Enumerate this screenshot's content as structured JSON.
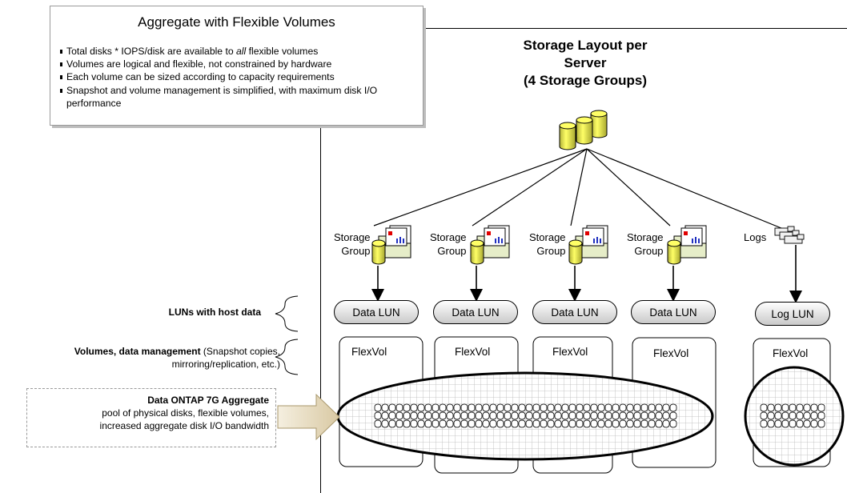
{
  "callout": {
    "title": "Aggregate with Flexible Volumes",
    "bullets": [
      {
        "pre": "Total disks * IOPS/disk are available to ",
        "em": "all",
        "post": " flexible volumes"
      },
      {
        "pre": "Volumes are logical and flexible, not constrained by hardware",
        "em": "",
        "post": ""
      },
      {
        "pre": "Each volume can be sized according to capacity requirements",
        "em": "",
        "post": ""
      },
      {
        "pre": "Snapshot and volume management is simplified, with maximum disk I/O performance",
        "em": "",
        "post": ""
      }
    ]
  },
  "layout_title": [
    "Storage Layout  per",
    "Server",
    "(4 Storage Groups)"
  ],
  "storage_groups": [
    {
      "line1": "Storage",
      "line2": "Group"
    },
    {
      "line1": "Storage",
      "line2": "Group"
    },
    {
      "line1": "Storage",
      "line2": "Group"
    },
    {
      "line1": "Storage",
      "line2": "Group"
    }
  ],
  "logs_label": "Logs",
  "luns": [
    "Data LUN",
    "Data LUN",
    "Data LUN",
    "Data LUN",
    "Log LUN"
  ],
  "flexvols": [
    "FlexVol",
    "FlexVol",
    "FlexVol",
    "FlexVol",
    "FlexVol"
  ],
  "left_labels": {
    "luns": "LUNs with host data",
    "volumes_bold": "Volumes, data management",
    "volumes_rest1": " (Snapshot copies,",
    "volumes_rest2": "mirroring/replication, etc.)"
  },
  "aggregate": {
    "title": "Data ONTAP 7G Aggregate",
    "line1": "pool of physical disks, flexible volumes,",
    "line2": "increased aggregate disk I/O bandwidth"
  },
  "colors": {
    "disk_yellow": "#ffff66",
    "folder_green": "#d8e8a0",
    "pill_gray": "#c9c9c9",
    "arrow_tan": "#e8dcc0",
    "dashed_gray": "#9a9a9a"
  }
}
